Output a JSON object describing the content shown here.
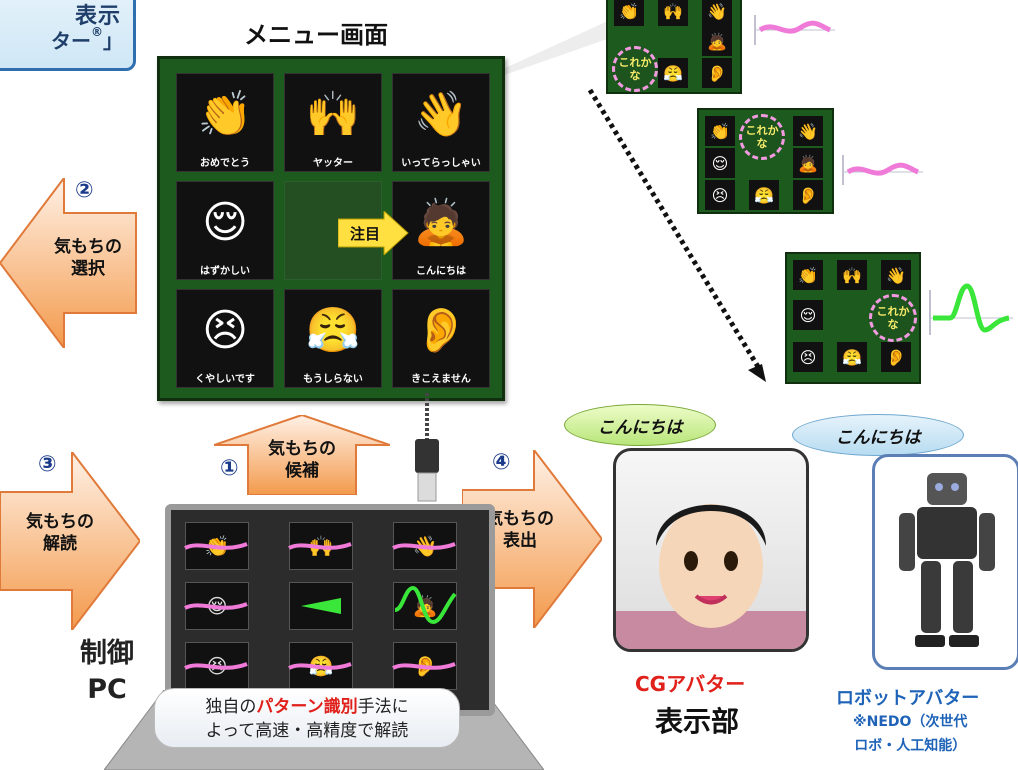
{
  "title_box": {
    "line1": "表示",
    "line2": "ター",
    "reg_mark": "®",
    "line2_end": "」"
  },
  "menu": {
    "title": "メニュー画面",
    "notice": "注目",
    "cells": [
      {
        "label": "おめでとう",
        "icon": "clapping-hands-icon",
        "glyph": "👏"
      },
      {
        "label": "ヤッター",
        "icon": "jumping-person-icon",
        "glyph": "🙌"
      },
      {
        "label": "いってらっしゃい",
        "icon": "waving-people-icon",
        "glyph": "👋"
      },
      {
        "label": "はずかしい",
        "icon": "shy-face-icon",
        "glyph": "😌"
      },
      {
        "label": "",
        "icon": "",
        "glyph": ""
      },
      {
        "label": "こんにちは",
        "icon": "bowing-people-icon",
        "glyph": "🙇"
      },
      {
        "label": "くやしいです",
        "icon": "frustrated-person-icon",
        "glyph": "😣"
      },
      {
        "label": "もうしらない",
        "icon": "arms-crossed-icon",
        "glyph": "😤"
      },
      {
        "label": "きこえません",
        "icon": "hand-to-ear-icon",
        "glyph": "👂"
      }
    ]
  },
  "mini_ring_text": "これかな",
  "steps": {
    "s1": {
      "num": "①",
      "line1": "気もちの",
      "line2": "候補"
    },
    "s2": {
      "num": "②",
      "line1": "気もちの",
      "line2": "選択"
    },
    "s3": {
      "num": "③",
      "line1": "気もちの",
      "line2": "解読"
    },
    "s4": {
      "num": "④",
      "line1": "気もちの",
      "line2": "表出"
    }
  },
  "pc": {
    "label_line1": "制御",
    "label_line2": "PC",
    "info_pre": "独自の",
    "info_highlight": "パターン識別",
    "info_post": "手法に",
    "info_line2": "よって高速・高精度で解読"
  },
  "cg": {
    "bubble": "こんにちは",
    "label": "CGアバター",
    "section": "表示部"
  },
  "robot": {
    "bubble": "こんにちは",
    "label": "ロボットアバター",
    "note_line1": "※NEDO（次世代",
    "note_line2": "ロボ・人工知能）"
  },
  "colors": {
    "board_green": "#1d5a1d",
    "arrow_orange": "#f39a4c",
    "signal_pink": "#f07ad8",
    "signal_green": "#39e639",
    "accent_red": "#e0201a",
    "accent_blue": "#1e63b8"
  }
}
